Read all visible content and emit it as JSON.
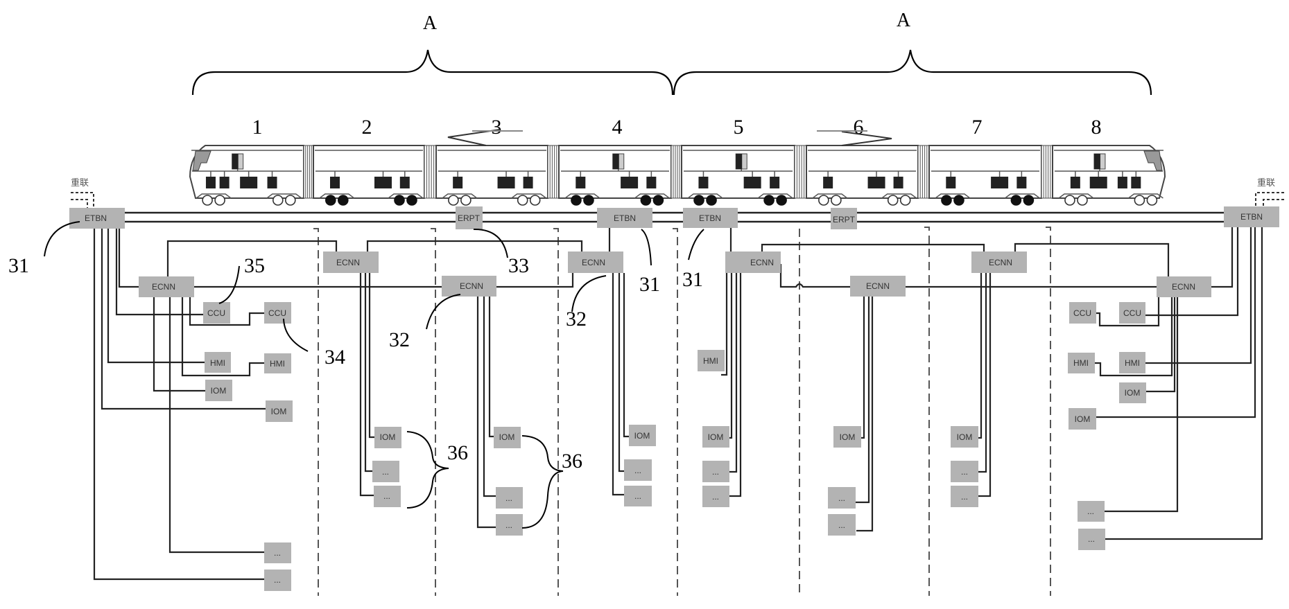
{
  "title": "Train communication network topology (8-car, two units A)",
  "unit_label": "A",
  "units": [
    {
      "label": "A",
      "cars": [
        1,
        2,
        3,
        4
      ]
    },
    {
      "label": "A",
      "cars": [
        5,
        6,
        7,
        8
      ]
    }
  ],
  "coupling_label": "重联",
  "cars": [
    {
      "number": "1",
      "type": "cab",
      "bogies": "trailer",
      "has_terminal": true
    },
    {
      "number": "2",
      "type": "middle",
      "bogies": "motor",
      "has_terminal": false
    },
    {
      "number": "3",
      "type": "middle",
      "bogies": "trailer",
      "has_terminal": false,
      "pantograph": "left"
    },
    {
      "number": "4",
      "type": "middle",
      "bogies": "motor",
      "has_terminal": true
    },
    {
      "number": "5",
      "type": "middle",
      "bogies": "motor",
      "has_terminal": true
    },
    {
      "number": "6",
      "type": "middle",
      "bogies": "trailer",
      "has_terminal": false,
      "pantograph": "right"
    },
    {
      "number": "7",
      "type": "middle",
      "bogies": "motor",
      "has_terminal": false
    },
    {
      "number": "8",
      "type": "cab",
      "bogies": "trailer",
      "has_terminal": true
    }
  ],
  "node_types": {
    "ETBN": "ETBN",
    "ECNN": "ECNN",
    "ERPT": "ERPT",
    "CCU": "CCU",
    "HMI": "HMI",
    "IOM": "IOM",
    "OTHER": "..."
  },
  "nodes": [
    {
      "id": "etbn1",
      "label": "ETBN"
    },
    {
      "id": "etbn4",
      "label": "ETBN"
    },
    {
      "id": "etbn5",
      "label": "ETBN"
    },
    {
      "id": "etbn8",
      "label": "ETBN"
    },
    {
      "id": "erpt3",
      "label": "ERPT"
    },
    {
      "id": "erpt6",
      "label": "ERPT"
    },
    {
      "id": "ecnn1",
      "label": "ECNN"
    },
    {
      "id": "ecnn2",
      "label": "ECNN"
    },
    {
      "id": "ecnn3",
      "label": "ECNN"
    },
    {
      "id": "ecnn4",
      "label": "ECNN"
    },
    {
      "id": "ecnn5",
      "label": "ECNN"
    },
    {
      "id": "ecnn6",
      "label": "ECNN"
    },
    {
      "id": "ecnn7",
      "label": "ECNN"
    },
    {
      "id": "ecnn8",
      "label": "ECNN"
    },
    {
      "id": "ccu1a",
      "label": "CCU"
    },
    {
      "id": "ccu1b",
      "label": "CCU"
    },
    {
      "id": "hmi1a",
      "label": "HMI"
    },
    {
      "id": "hmi1b",
      "label": "HMI"
    },
    {
      "id": "iom1a",
      "label": "IOM"
    },
    {
      "id": "iom1b",
      "label": "IOM"
    },
    {
      "id": "oth1a",
      "label": "..."
    },
    {
      "id": "oth1b",
      "label": "..."
    },
    {
      "id": "iom2",
      "label": "IOM"
    },
    {
      "id": "oth2a",
      "label": "..."
    },
    {
      "id": "oth2b",
      "label": "..."
    },
    {
      "id": "iom3",
      "label": "IOM"
    },
    {
      "id": "oth3a",
      "label": "..."
    },
    {
      "id": "oth3b",
      "label": "..."
    },
    {
      "id": "iom4",
      "label": "IOM"
    },
    {
      "id": "oth4a",
      "label": "..."
    },
    {
      "id": "oth4b",
      "label": "..."
    },
    {
      "id": "hmi5",
      "label": "HMI"
    },
    {
      "id": "iom5",
      "label": "IOM"
    },
    {
      "id": "oth5a",
      "label": "..."
    },
    {
      "id": "oth5b",
      "label": "..."
    },
    {
      "id": "iom6",
      "label": "IOM"
    },
    {
      "id": "oth6a",
      "label": "..."
    },
    {
      "id": "oth6b",
      "label": "..."
    },
    {
      "id": "iom7",
      "label": "IOM"
    },
    {
      "id": "oth7a",
      "label": "..."
    },
    {
      "id": "oth7b",
      "label": "..."
    },
    {
      "id": "ccu8a",
      "label": "CCU"
    },
    {
      "id": "ccu8b",
      "label": "CCU"
    },
    {
      "id": "hmi8a",
      "label": "HMI"
    },
    {
      "id": "hmi8b",
      "label": "HMI"
    },
    {
      "id": "iom8a",
      "label": "IOM"
    },
    {
      "id": "iom8b",
      "label": "IOM"
    },
    {
      "id": "oth8a",
      "label": "..."
    },
    {
      "id": "oth8b",
      "label": "..."
    }
  ],
  "reference_numerals": [
    {
      "id": "ref-31-left",
      "text": "31",
      "target": "ETBN"
    },
    {
      "id": "ref-35",
      "text": "35",
      "target": "CCU"
    },
    {
      "id": "ref-34",
      "text": "34",
      "target": "CCU"
    },
    {
      "id": "ref-33",
      "text": "33",
      "target": "ERPT"
    },
    {
      "id": "ref-32-car3",
      "text": "32",
      "target": "ECNN"
    },
    {
      "id": "ref-32-car4",
      "text": "32",
      "target": "ECNN"
    },
    {
      "id": "ref-31-car4",
      "text": "31",
      "target": "ETBN"
    },
    {
      "id": "ref-31-car5",
      "text": "31",
      "target": "ETBN"
    },
    {
      "id": "ref-36-car2",
      "text": "36",
      "target": "end devices"
    },
    {
      "id": "ref-36-car3",
      "text": "36",
      "target": "end devices"
    }
  ]
}
